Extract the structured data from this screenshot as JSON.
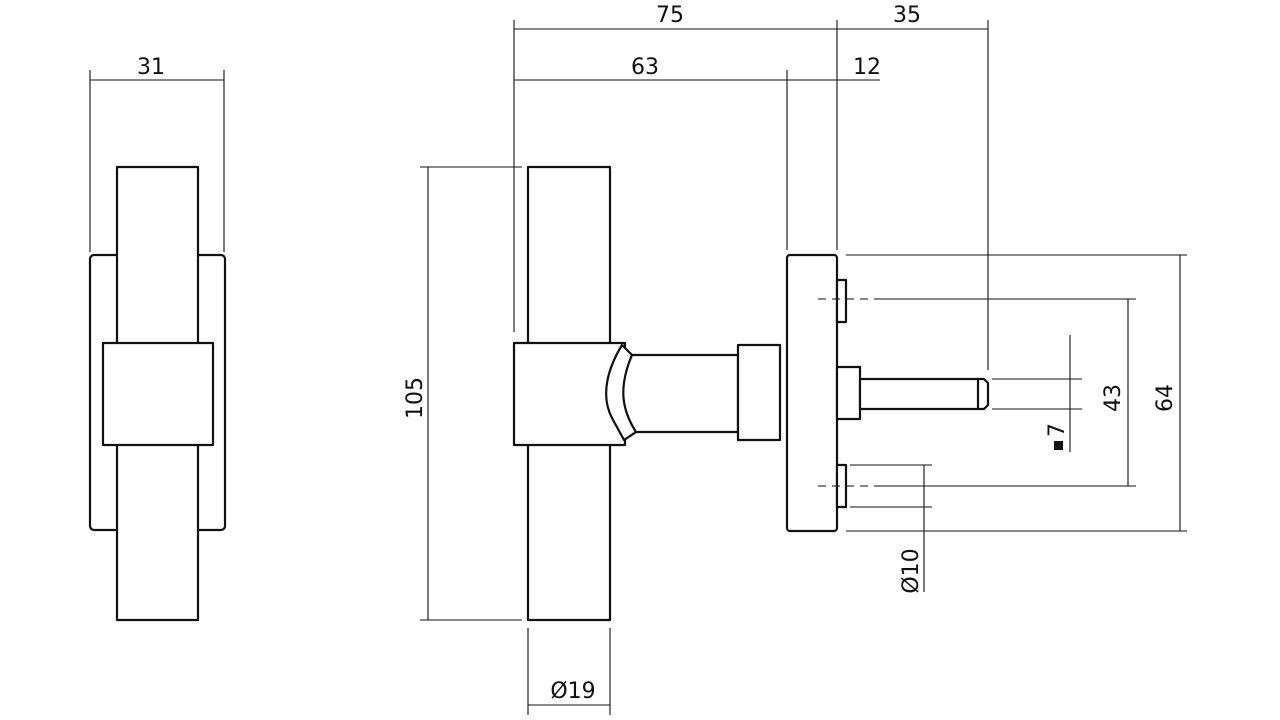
{
  "drawing": {
    "dimensions": {
      "side_width": "31",
      "total_length": "75",
      "spindle_length": "35",
      "handle_offset": "63",
      "rose_thickness": "12",
      "handle_height": "105",
      "grip_diameter": "Ø19",
      "spindle_square": "7",
      "screw_spacing": "43",
      "rose_height": "64",
      "screw_diameter": "Ø10"
    },
    "colors": {
      "line": "#111111",
      "background": "#ffffff"
    }
  }
}
